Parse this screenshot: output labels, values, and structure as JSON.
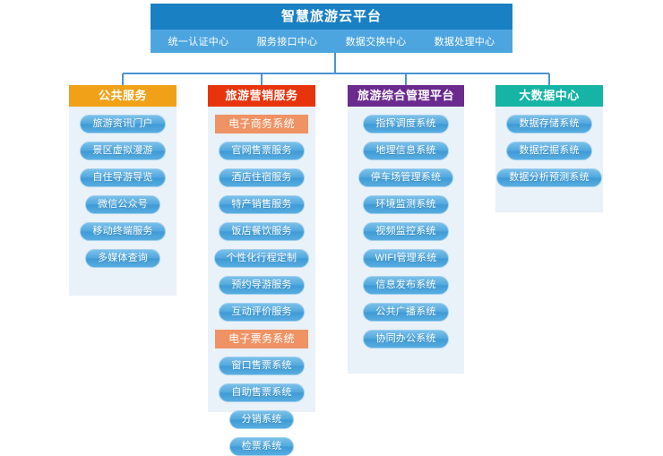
{
  "platform": {
    "title": "智慧旅游云平台",
    "centers": [
      "统一认证中心",
      "服务接口中心",
      "数据交换中心",
      "数据处理中心"
    ]
  },
  "colors": {
    "platform_title_bg": "#1a80c4",
    "platform_sub_bg": "#4da5e0",
    "column1_header_bg": "#f0a118",
    "column2_header_bg": "#e8340c",
    "column3_header_bg": "#6b2a8e",
    "column4_header_bg": "#15b4a5",
    "panel_bg": "#e9f1f9",
    "pill_bg": "#4ba4db",
    "subgroup_bg": "#ef9264",
    "connector_line": "#4a93d1"
  },
  "columns": [
    {
      "header": "公共服务",
      "items": [
        {
          "type": "pill",
          "label": "旅游资讯门户"
        },
        {
          "type": "pill",
          "label": "景区虚拟漫游"
        },
        {
          "type": "pill",
          "label": "自住导游导览"
        },
        {
          "type": "pill",
          "label": "微信公众号"
        },
        {
          "type": "pill",
          "label": "移动终端服务"
        },
        {
          "type": "pill",
          "label": "多媒体查询"
        }
      ]
    },
    {
      "header": "旅游营销服务",
      "items": [
        {
          "type": "subhead",
          "label": "电子商务系统"
        },
        {
          "type": "pill",
          "label": "官网售票服务"
        },
        {
          "type": "pill",
          "label": "酒店住宿服务"
        },
        {
          "type": "pill",
          "label": "特产销售服务"
        },
        {
          "type": "pill",
          "label": "饭店餐饮服务"
        },
        {
          "type": "pill",
          "label": "个性化行程定制"
        },
        {
          "type": "pill",
          "label": "预约导游服务"
        },
        {
          "type": "pill",
          "label": "互动评价服务"
        },
        {
          "type": "subhead",
          "label": "电子票务系统"
        },
        {
          "type": "pill",
          "label": "窗口售票系统"
        },
        {
          "type": "pill",
          "label": "自助售票系统"
        },
        {
          "type": "pill",
          "label": "分销系统"
        },
        {
          "type": "pill",
          "label": "检票系统"
        }
      ]
    },
    {
      "header": "旅游综合管理平台",
      "items": [
        {
          "type": "pill",
          "label": "指挥调度系统"
        },
        {
          "type": "pill",
          "label": "地理信息系统"
        },
        {
          "type": "pill",
          "label": "停车场管理系统"
        },
        {
          "type": "pill",
          "label": "环境监测系统"
        },
        {
          "type": "pill",
          "label": "视频监控系统"
        },
        {
          "type": "pill",
          "label": "WIFI管理系统"
        },
        {
          "type": "pill",
          "label": "信息发布系统"
        },
        {
          "type": "pill",
          "label": "公共广播系统"
        },
        {
          "type": "pill",
          "label": "协同办公系统"
        }
      ]
    },
    {
      "header": "大数据中心",
      "items": [
        {
          "type": "pill",
          "label": "数据存储系统"
        },
        {
          "type": "pill",
          "label": "数据挖掘系统"
        },
        {
          "type": "pill",
          "label": "数据分析预测系统"
        }
      ]
    }
  ]
}
